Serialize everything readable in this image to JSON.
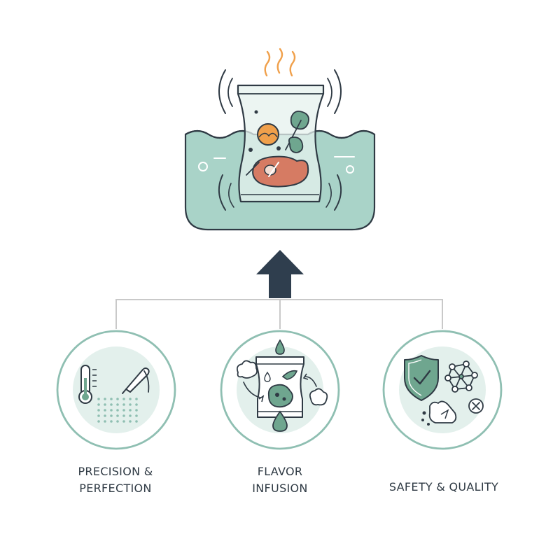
{
  "labels": [
    {
      "line1": "PRECISION &",
      "line2": "PERFECTION"
    },
    {
      "line1": "FLAVOR",
      "line2": "INFUSION"
    },
    {
      "line1": "SAFETY & QUALITY"
    }
  ],
  "colors": {
    "outline": "#2f3a44",
    "water": "#a9d3c8",
    "circle_ring": "#8fbfb2",
    "circle_fill": "#e3f0ec",
    "accent_green": "#6fa68f",
    "meat": "#d67b63",
    "steam": "#f0a04b",
    "arrow": "#2f3e4e",
    "connector": "#c9c9c9"
  }
}
